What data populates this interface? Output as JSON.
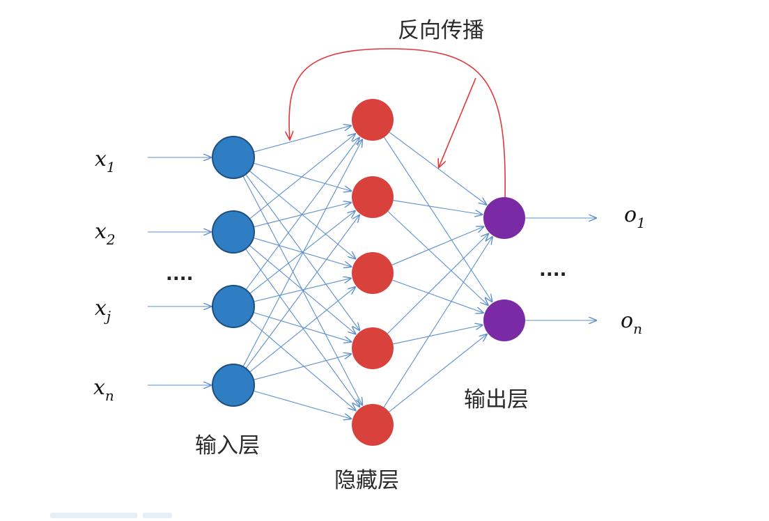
{
  "inputs": [
    {
      "base": "x",
      "sub": "1"
    },
    {
      "base": "x",
      "sub": "2"
    },
    {
      "base": "x",
      "sub": "j"
    },
    {
      "base": "x",
      "sub": "n"
    }
  ],
  "outputs": [
    {
      "base": "o",
      "sub": "1"
    },
    {
      "base": "o",
      "sub": "n"
    }
  ],
  "labels": {
    "input_layer": "输入层",
    "hidden_layer": "隐藏层",
    "output_layer": "输出层",
    "backprop": "反向传播",
    "ellipsis_inputs": "....",
    "ellipsis_outputs": "...."
  },
  "layers": {
    "input_count": 4,
    "hidden_count": 5,
    "output_count": 2
  },
  "colors": {
    "input_node": "#2f7ec4",
    "input_node_stroke": "#1c4f80",
    "hidden_node": "#d9413d",
    "output_node": "#7b2aa6",
    "connection": "#5b8fcf",
    "backprop_arrow": "#e3343a"
  }
}
